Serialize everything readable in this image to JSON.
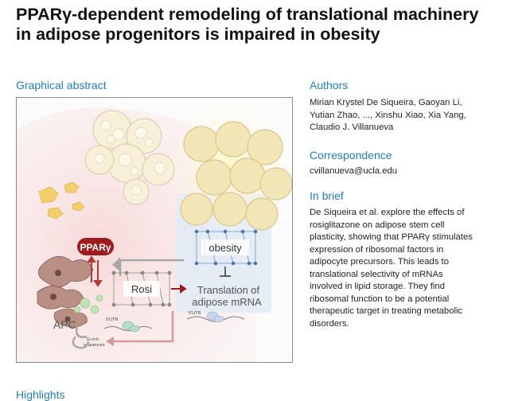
{
  "title": "PPARγ-dependent remodeling of translational machinery in adipose progenitors is impaired in obesity",
  "graphical_abstract": {
    "heading": "Graphical abstract",
    "labels": {
      "ppar": "PPARγ",
      "obesity": "obesity",
      "rosi": "Rosi",
      "translation_line1": "Translation of",
      "translation_line2": "adipose mRNA",
      "apc": "APC",
      "utr_left": "5'UTR",
      "utr_right": "5'UTR",
      "g_rich_line1": "G-rich",
      "g_rich_line2": "sequences"
    },
    "colors": {
      "ppar_badge": "#9e1b1e",
      "arrow_red": "#b33a3a",
      "obesity_panel": "#dde8f5",
      "fat_cell": "#f6e7b0",
      "pink_bg": "#f6d3d3"
    }
  },
  "authors": {
    "heading": "Authors",
    "text_lines": [
      "Mirian Krystel De Siqueira, Gaoyan Li,",
      "Yutian Zhao, ..., Xinshu Xiao, Xia Yang,",
      "Claudio J. Villanueva"
    ]
  },
  "correspondence": {
    "heading": "Correspondence",
    "email": "cvillanueva@ucla.edu"
  },
  "in_brief": {
    "heading": "In brief",
    "lines": [
      "De Siqueira et al. explore the effects of",
      "rosiglitazone on adipose stem cell",
      "plasticity, showing that PPARγ stimulates",
      "expression of ribosomal factors in",
      "adipocyte precursors. This leads to",
      "translational selectivity of mRNAs",
      "involved in lipid storage. They find",
      "ribosomal function to be a potential",
      "therapeutic target in treating metabolic",
      "disorders."
    ]
  },
  "highlights": {
    "heading": "Highlights"
  }
}
